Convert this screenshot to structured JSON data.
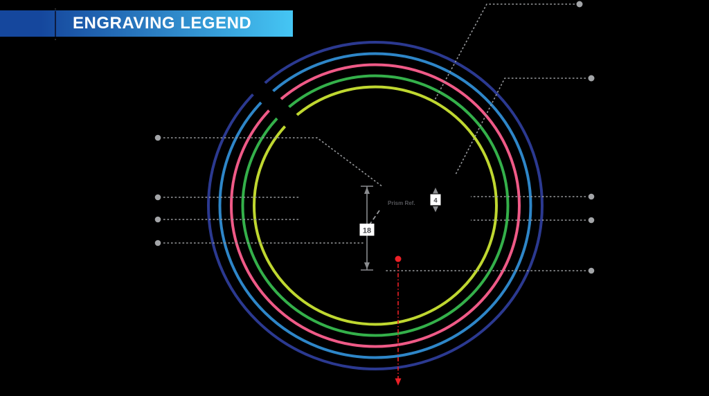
{
  "header": {
    "title": "ENGRAVING LEGEND"
  },
  "diagram": {
    "rings": [
      {
        "name": "outer-ring-navy",
        "color": "#2B3990"
      },
      {
        "name": "ring-blue",
        "color": "#2E86C8"
      },
      {
        "name": "ring-pink",
        "color": "#EF5A87"
      },
      {
        "name": "ring-green",
        "color": "#34B04A"
      },
      {
        "name": "inner-ring-chartreuse",
        "color": "#BFD730"
      }
    ],
    "center_labels": {
      "prism_label": "Prism Ref.",
      "vertical_dimension_value": "18",
      "small_dimension_value": "4"
    },
    "prism_label_color": "#55565a",
    "icons": [
      {
        "name": "callout-dot",
        "meaning": "leader-line endpoint marker"
      },
      {
        "name": "reference-point-marker",
        "meaning": "red reference point"
      },
      {
        "name": "down-arrow",
        "meaning": "red dashed axis arrow pointing down"
      }
    ]
  },
  "theme_vars": {
    "--bg": "#000000",
    "--banner-start": "#15479D",
    "--banner-mid": "#2E86C8",
    "--banner-end": "#45C6F4",
    "--callout": "#97999C",
    "--dot": "#A2A4A7",
    "--dim": "#8A8C8F",
    "--red": "#EC2027"
  }
}
